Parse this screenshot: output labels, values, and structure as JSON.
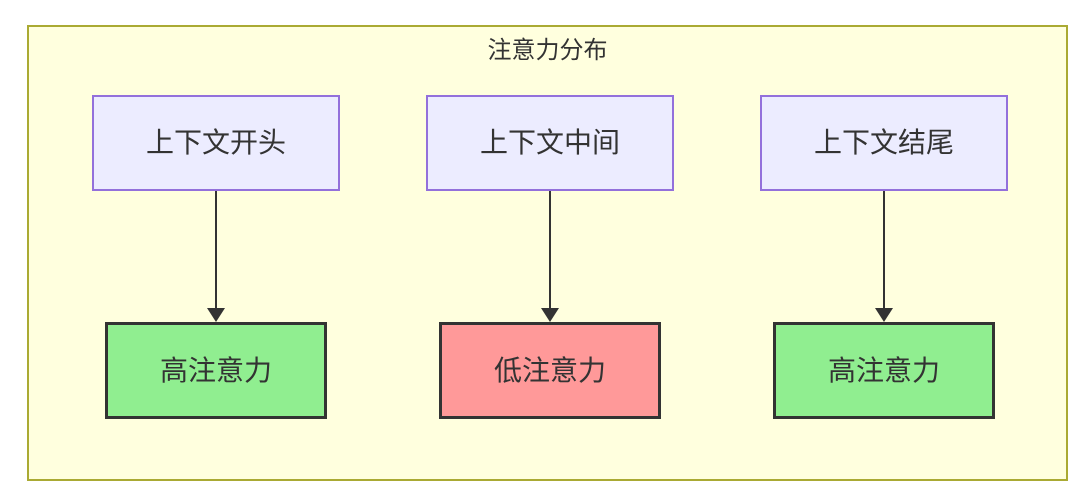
{
  "diagram": {
    "title": "注意力分布",
    "container": {
      "fill": "#ffffde",
      "border_color": "#aaaa33"
    },
    "colors": {
      "node_fill": "#ECECFF",
      "node_border": "#9370DB",
      "high_attention_fill": "#90EE90",
      "low_attention_fill": "#FF9999",
      "result_border": "#333333",
      "arrow": "#333333",
      "text": "#333333"
    },
    "columns": [
      {
        "source": {
          "label": "上下文开头"
        },
        "target": {
          "label": "高注意力",
          "level": "high",
          "fill": "#90EE90"
        }
      },
      {
        "source": {
          "label": "上下文中间"
        },
        "target": {
          "label": "低注意力",
          "level": "low",
          "fill": "#FF9999"
        }
      },
      {
        "source": {
          "label": "上下文结尾"
        },
        "target": {
          "label": "高注意力",
          "level": "high",
          "fill": "#90EE90"
        }
      }
    ]
  }
}
